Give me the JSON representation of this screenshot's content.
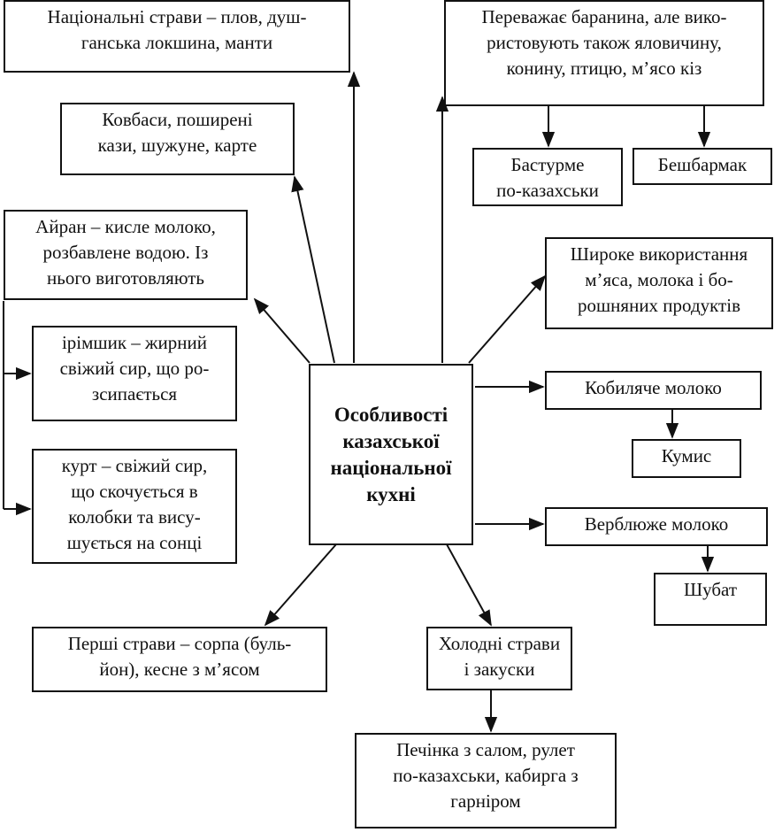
{
  "center": "Особливості\nказахської\nнаціональної\nкухні",
  "boxes": {
    "national": "Національні страви – плов, душ-\nганська локшина, манти",
    "sausages": "Ковбаси, поширені\nкази, шужуне, карте",
    "ayran": "Айран – кисле молоко,\nрозбавлене водою. Із\nнього виготовляють",
    "irimshik": "ірімшик – жирний\nсвіжий сир, що ро-\nзсипається",
    "kurt": "курт – свіжий сир,\nщо скочується в\nколобки та вису-\nшується на сонці",
    "first_courses": "Перші страви – сорпа (буль-\nйон), кесне з м’ясом",
    "lamb": "Переважає баранина, але вико-\nристовують також яловичину,\nконину, птицю, м’ясо кіз",
    "basturma": "Бастурме\nпо-казахськи",
    "beshbarmak": "Бешбармак",
    "wide_use": "Широке використання\nм’яса, молока і бо-\nрошняних продуктів",
    "mare_milk": "Кобиляче молоко",
    "kumis": "Кумис",
    "camel_milk": "Верблюже молоко",
    "shubat": "Шубат",
    "cold_dishes": "Холодні страви\nі закуски",
    "liver": "Печінка з салом, рулет\nпо-казахськи, кабирга з\nгарніром"
  }
}
